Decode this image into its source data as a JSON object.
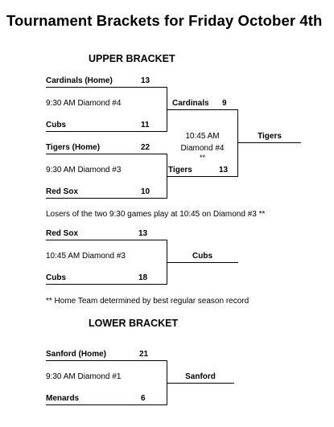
{
  "title": "Tournament Brackets for Friday October 4th",
  "upper": {
    "heading": "UPPER BRACKET",
    "game1": {
      "team1": "Cardinals   (Home)",
      "score1": "13",
      "info": "9:30 AM  Diamond #4",
      "team2": "Cubs",
      "score2": "11"
    },
    "game2": {
      "team1": "Tigers   (Home)",
      "score1": "22",
      "info": "9:30 AM  Diamond #3",
      "team2": "Red Sox",
      "score2": "10"
    },
    "semi": {
      "team1": "Cardinals",
      "score1": "9",
      "time": "10:45 AM",
      "diamond": "Diamond #4",
      "mark": "**",
      "team2": "Tigers",
      "score2": "13"
    },
    "winner": "Tigers",
    "note": "Losers of the two 9:30 games play at 10:45 on Diamond #3 **"
  },
  "consolation": {
    "team1": "Red Sox",
    "score1": "13",
    "info": "10:45 AM  Diamond #3",
    "team2": "Cubs",
    "score2": "18",
    "winner": "Cubs"
  },
  "footnote": "**  Home Team determined by best regular season record",
  "lower": {
    "heading": "LOWER BRACKET",
    "game1": {
      "team1": "Sanford   (Home)",
      "score1": "21",
      "info": "9:30 AM  Diamond #1",
      "team2": "Menards",
      "score2": "6"
    },
    "winner": "Sanford"
  }
}
